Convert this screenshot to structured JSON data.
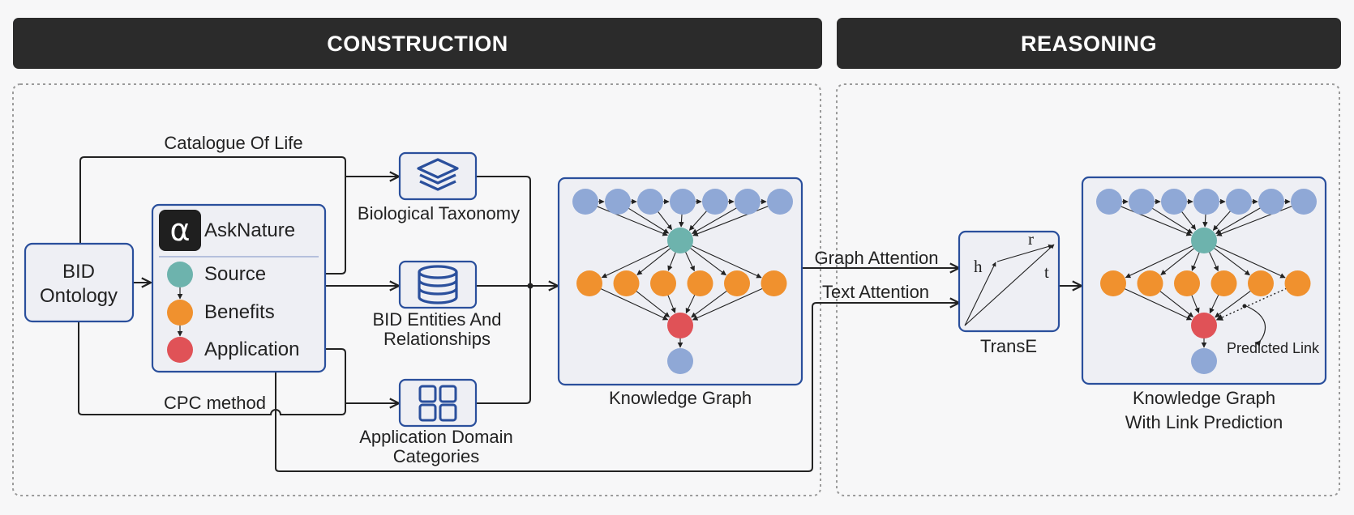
{
  "headers": {
    "construction": "CONSTRUCTION",
    "reasoning": "REASONING"
  },
  "nodes": {
    "bid_ontology": [
      "BID",
      "Ontology"
    ],
    "asknature": {
      "title": "AskNature",
      "logo_glyph": "α",
      "items": [
        "Source",
        "Benefits",
        "Application"
      ]
    },
    "biological_taxonomy": "Biological Taxonomy",
    "bid_entities": [
      "BID Entities And",
      "Relationships"
    ],
    "application_domain": [
      "Application Domain",
      "Categories"
    ],
    "knowledge_graph": "Knowledge Graph",
    "transe": "TransE",
    "kg_link_prediction": [
      "Knowledge Graph",
      "With Link Prediction"
    ],
    "predicted_link": "Predicted Link"
  },
  "edge_labels": {
    "catalogue_of_life": "Catalogue Of Life",
    "cpc_method": "CPC method",
    "graph_attention": "Graph Attention",
    "text_attention": "Text Attention"
  },
  "transe_symbols": {
    "h": "h",
    "r": "r",
    "t": "t"
  },
  "icons": {
    "taxonomy": "layers-icon",
    "entities": "database-icon",
    "domains": "grid-icon",
    "asknature": "asknature-logo"
  },
  "colors": {
    "banner": "#2b2b2b",
    "box_border": "#2a4f9c",
    "box_fill": "#eeeff4",
    "entity_node": "#8fa8d6",
    "source_node": "#6db3ad",
    "benefit_node": "#f0912e",
    "application_node": "#e05257"
  }
}
